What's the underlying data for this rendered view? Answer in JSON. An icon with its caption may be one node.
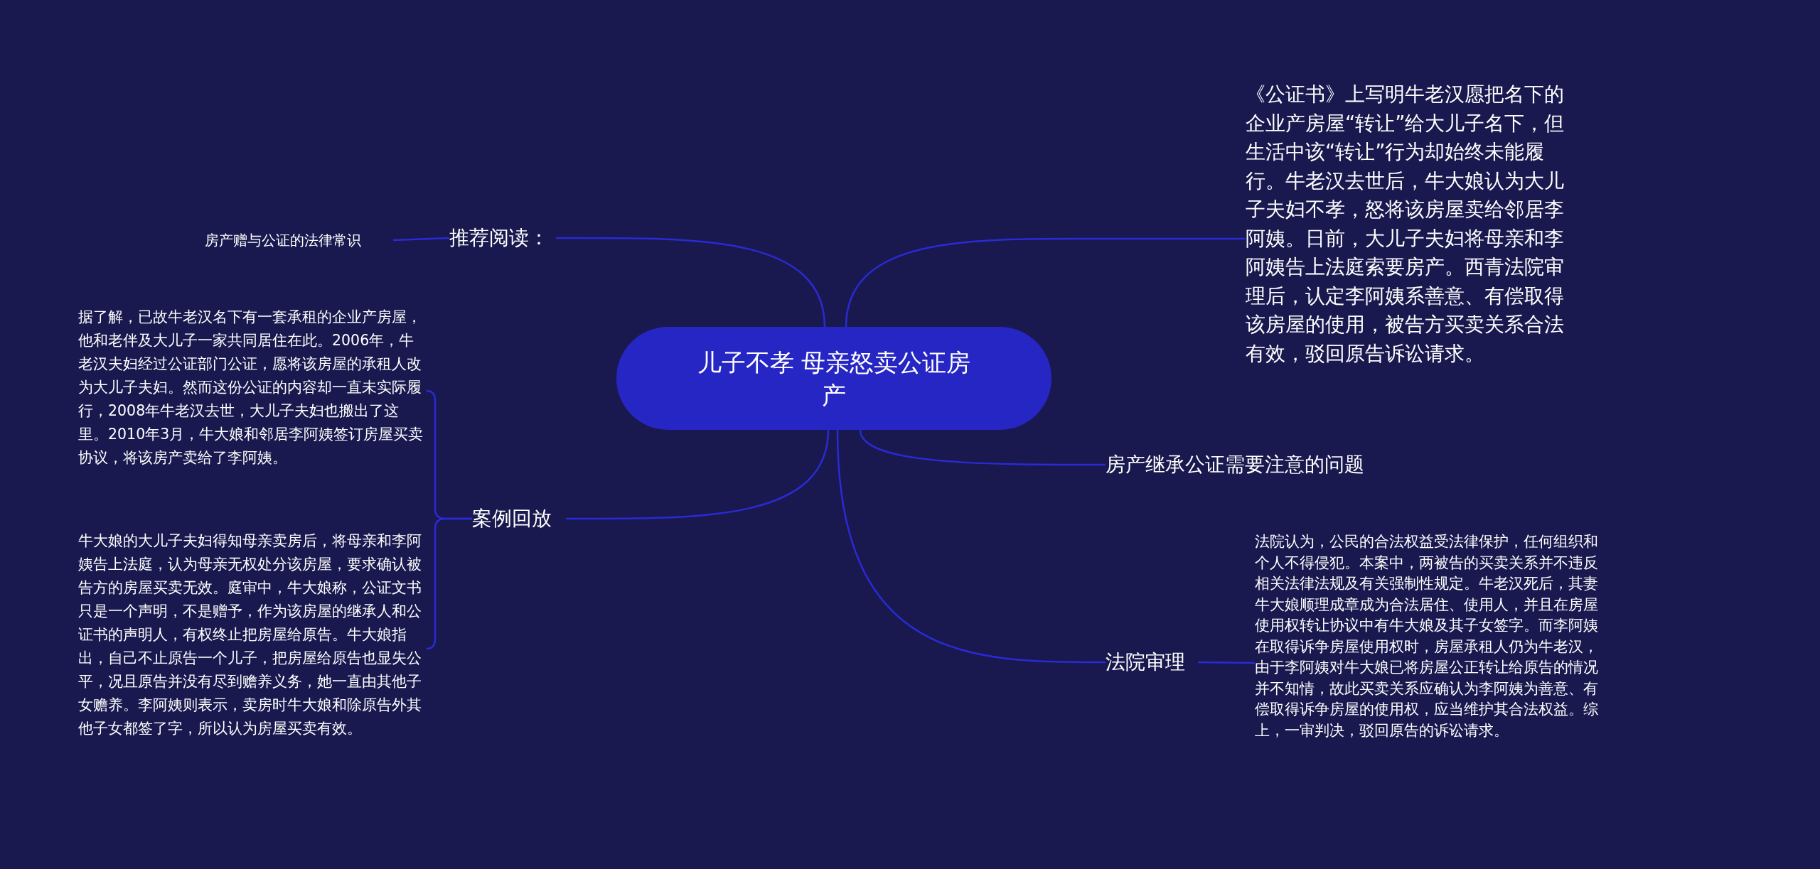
{
  "diagram": {
    "nodes": [
      {
        "text": [
          "儿子不孝 母亲怒卖公证房产"
        ]
      },
      {
        "text": [
          "推荐阅读："
        ]
      },
      {
        "text": [
          "房产赠与公证的法律常识"
        ]
      },
      {
        "text": [
          "案例回放"
        ]
      },
      {
        "text": [
          "据了解，已故牛老汉名下有一套承租的企业产房屋，他和老伴及大儿子一家共同居住在此。2006年，牛老汉夫妇经过公证部门公证，愿将该房屋的承租人改为大儿子夫妇。然而这份公证的内容却一直未实际履行，2008年牛老汉去世，大儿子夫妇也搬出了这里。2010年3月，牛大娘和邻居李阿姨签订房屋买卖协议，将该房产卖给了李阿姨。"
        ]
      },
      {
        "text": [
          "牛大娘的大儿子夫妇得知母亲卖房后，将母亲和李阿姨告上法庭，认为母亲无权处分该房屋，要求确认被告方的房屋买卖无效。庭审中，牛大娘称，公证文书只是一个声明，不是赠予，作为该房屋的继承人和公证书的声明人，有权终止把房屋给原告。牛大娘指出，自己不止原告一个儿子，把房屋给原告也显失公平，况且原告并没有尽到赡养义务，她一直由其他子女赡养。李阿姨则表示，卖房时牛大娘和除原告外其他子女都签了字，所以认为房屋买卖有效。"
        ]
      },
      {
        "text": [
          "《公证书》上写明牛老汉愿把名下的企业产房屋“转让”给大儿子名下，但生活中该“转让”行为却始终未能履行。牛老汉去世后，牛大娘认为大儿子夫妇不孝，怒将该房屋卖给邻居李阿姨。日前，大儿子夫妇将母亲和李阿姨告上法庭索要房产。西青法院审理后，认定李阿姨系善意、有偿取得该房屋的使用，被告方买卖关系合法有效，驳回原告诉讼请求。"
        ]
      },
      {
        "text": [
          "房产继承公证需要注意的问题"
        ]
      },
      {
        "text": [
          "法院审理"
        ]
      },
      {
        "text": [
          "法院认为，公民的合法权益受法律保护，任何组织和个人不得侵犯。本案中，两被告的买卖关系并不违反相关法律法规及有关强制性规定。牛老汉死后，其妻牛大娘顺理成章成为合法居住、使用人，并且在房屋使用权转让协议中有牛大娘及其子女签字。而李阿姨在取得诉争房屋使用权时，房屋承租人仍为牛老汉，由于李阿姨对牛大娘已将房屋公正转让给原告的情况并不知情，故此买卖关系应确认为李阿姨为善意、有偿取得诉争房屋的使用权，应当维护其合法权益。综上，一审判决，驳回原告的诉讼请求。"
        ]
      }
    ],
    "edges": [
      {
        "from": 0,
        "to": 1,
        "arrow": "none"
      },
      {
        "from": 1,
        "to": 2,
        "arrow": "none"
      },
      {
        "from": 0,
        "to": 3,
        "arrow": "none"
      },
      {
        "from": 3,
        "to": 4,
        "arrow": "none"
      },
      {
        "from": 3,
        "to": 5,
        "arrow": "none"
      },
      {
        "from": 0,
        "to": 6,
        "arrow": "none"
      },
      {
        "from": 0,
        "to": 7,
        "arrow": "none"
      },
      {
        "from": 0,
        "to": 8,
        "arrow": "none"
      },
      {
        "from": 8,
        "to": 9,
        "arrow": "none"
      }
    ]
  }
}
